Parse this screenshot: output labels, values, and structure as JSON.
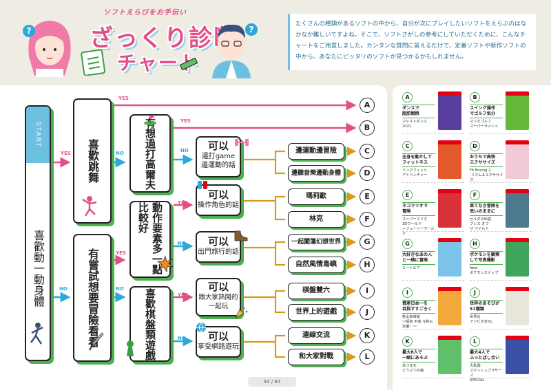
{
  "header": {
    "subtitle": "ソフトえらびをお手伝い",
    "title_line1": "ざっくり診断",
    "title_line2": "チャート",
    "intro": "たくさんの種類があるソフトの中から、自分が次にプレイしたいソフトをえらぶのはなかなか難しいですよね。そこで、ソフトさがしの参考にしていただくために、こんなチャートをご用意しました。カンタンな質問に答えるだけで、定番ソフトや新作ソフトの中から、あなたにピッタリのソフトが見つかるかもしれません。"
  },
  "flow": {
    "start": "START",
    "q1": "喜歡動一動身體",
    "q2a": "喜歡跳舞",
    "q2b": "有嘗試想要冒險看看",
    "q3a": "有想過打高爾夫",
    "q3b": "動作要素多一點比較好",
    "q3c": "喜歡棋盤類遊戲",
    "h1": {
      "l1": "可以",
      "l2": "邊打game",
      "l3": "邊運動的話"
    },
    "h2": {
      "l1": "可以",
      "l2": "操作角色的話"
    },
    "h3": {
      "l1": "可以",
      "l2": "出門旅行的話"
    },
    "h4": {
      "l1": "可以",
      "l2": "跟大家熱鬧的",
      "l3": "一起玩"
    },
    "h5": {
      "l1": "可以",
      "l2": "享受網路遊玩"
    },
    "leaves": {
      "C": "邊運動邊冒險",
      "D": "邊聽音樂邊動身體",
      "E": "瑪莉歐",
      "F": "林克",
      "G": "一起闖蕩幻想世界",
      "H": "自然風情島嶼",
      "I": "棋盤雙六",
      "J": "世界上的遊戲",
      "K": "連線交流",
      "L": "和大家對戰"
    },
    "letters": [
      "A",
      "B",
      "C",
      "D",
      "E",
      "F",
      "G",
      "H",
      "I",
      "J",
      "K",
      "L"
    ],
    "yes": "YES",
    "no": "NO",
    "page": "44 / 84"
  },
  "results": [
    {
      "letter": "A",
      "head": "ダンスで\n脂肪燃焼",
      "game": "ジャストダンス\n2021",
      "color": "#5b3fa0"
    },
    {
      "letter": "B",
      "head": "スイング操作\nでゴルフ気分",
      "game": "マリオゴルフ\nスーパーラッシュ",
      "color": "#63b83a"
    },
    {
      "letter": "C",
      "head": "全身を動かして\nフィットネス",
      "game": "リングフィット\nアドベンチャー",
      "color": "#e25a2a"
    },
    {
      "letter": "D",
      "head": "おうちで爽快\nエクササイズ",
      "game": "Fit Boxing 2\n-リズム＆エクササイズ-",
      "color": "#f2c9d6"
    },
    {
      "letter": "E",
      "head": "ネコマリオで\n冒険",
      "game": "スーパーマリオ\n3Dワールド\n＋フューリーワールド",
      "color": "#d8333a"
    },
    {
      "letter": "F",
      "head": "果てなき冒険を\n思いのままに",
      "game": "ゼルダの伝説\nブレス オブ\nザ ワイルド",
      "color": "#4d7a8c"
    },
    {
      "letter": "G",
      "head": "大好きなあの人\nと一緒に冒険",
      "game": "ミートピア",
      "color": "#7cc3e8"
    },
    {
      "letter": "H",
      "head": "ポケモンを観察\nして写真撮影",
      "game": "New\nポケモンスナップ",
      "color": "#3ea55b"
    },
    {
      "letter": "I",
      "head": "資産日本一を\n目指すすごろく",
      "game": "桃太郎電鉄\n〜昭和 平成 令和も\n定番！〜",
      "color": "#f1a93b"
    },
    {
      "letter": "J",
      "head": "世界のあそびが\n51種類",
      "game": "世界の\nアソビ大全51",
      "color": "#e9e6dc"
    },
    {
      "letter": "K",
      "head": "最大8人で\n一緒にあそぶ",
      "game": "あつまれ\nどうぶつの森",
      "color": "#5fbf6a"
    },
    {
      "letter": "L",
      "head": "最大4人で\nふっとばし合い",
      "game": "大乱闘\nスマッシュブラザーズ\nSPECIAL",
      "color": "#3a4fa6"
    }
  ],
  "colors": {
    "pink": "#e24f86",
    "blue": "#2da8d8",
    "gold": "#d89a18",
    "green": "#4caf50"
  }
}
